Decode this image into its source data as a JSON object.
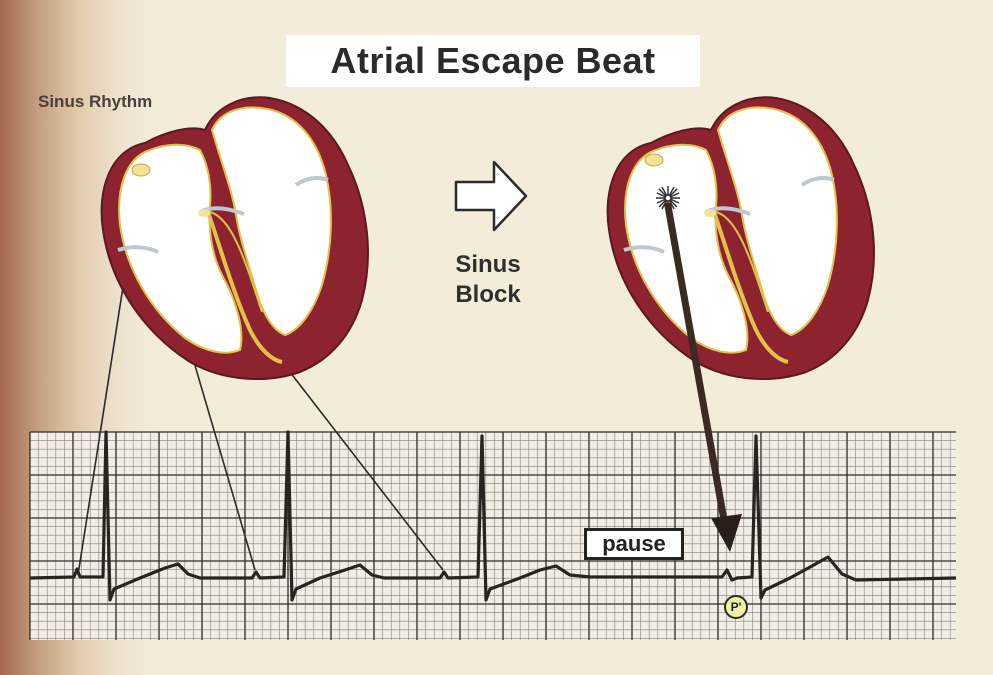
{
  "title": "Atrial Escape Beat",
  "labels": {
    "sinus_rhythm": "Sinus Rhythm",
    "sinus_block_line1": "Sinus",
    "sinus_block_line2": "Block",
    "pause": "pause",
    "p_prime": "P'"
  },
  "colors": {
    "background": "#f3ecd9",
    "myocardium": "#8e2330",
    "conduction": "#e2c14a",
    "ecg_grid": "#3a3a3a",
    "ecg_trace": "#2a2320",
    "escape_arrow": "#3a2a22"
  },
  "icons": [
    "heart-normal-icon",
    "heart-block-icon",
    "right-arrow-icon",
    "ectopic-focus-icon",
    "down-arrow-icon"
  ]
}
